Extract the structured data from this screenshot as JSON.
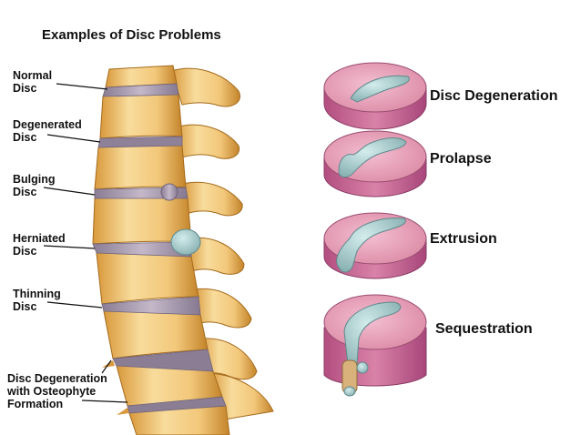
{
  "title": "Examples of Disc Problems",
  "spine_labels": [
    {
      "line1": "Normal",
      "line2": "Disc"
    },
    {
      "line1": "Degenerated",
      "line2": "Disc"
    },
    {
      "line1": "Bulging",
      "line2": "Disc"
    },
    {
      "line1": "Herniated",
      "line2": "Disc"
    },
    {
      "line1": "Thinning",
      "line2": "Disc"
    },
    {
      "line1": "Disc Degeneration",
      "line2": "with Osteophyte",
      "line3": "Formation"
    }
  ],
  "disc_stages": [
    {
      "label": "Disc Degeneration"
    },
    {
      "label": "Prolapse"
    },
    {
      "label": "Extrusion"
    },
    {
      "label": "Sequestration"
    }
  ],
  "colors": {
    "bone": "#f2c77a",
    "bone_shadow": "#c98a2e",
    "disc": "#a79ab0",
    "disc_pink": "#e9a3bd",
    "disc_side": "#c96a94",
    "nucleus": "#9fc3c4"
  }
}
